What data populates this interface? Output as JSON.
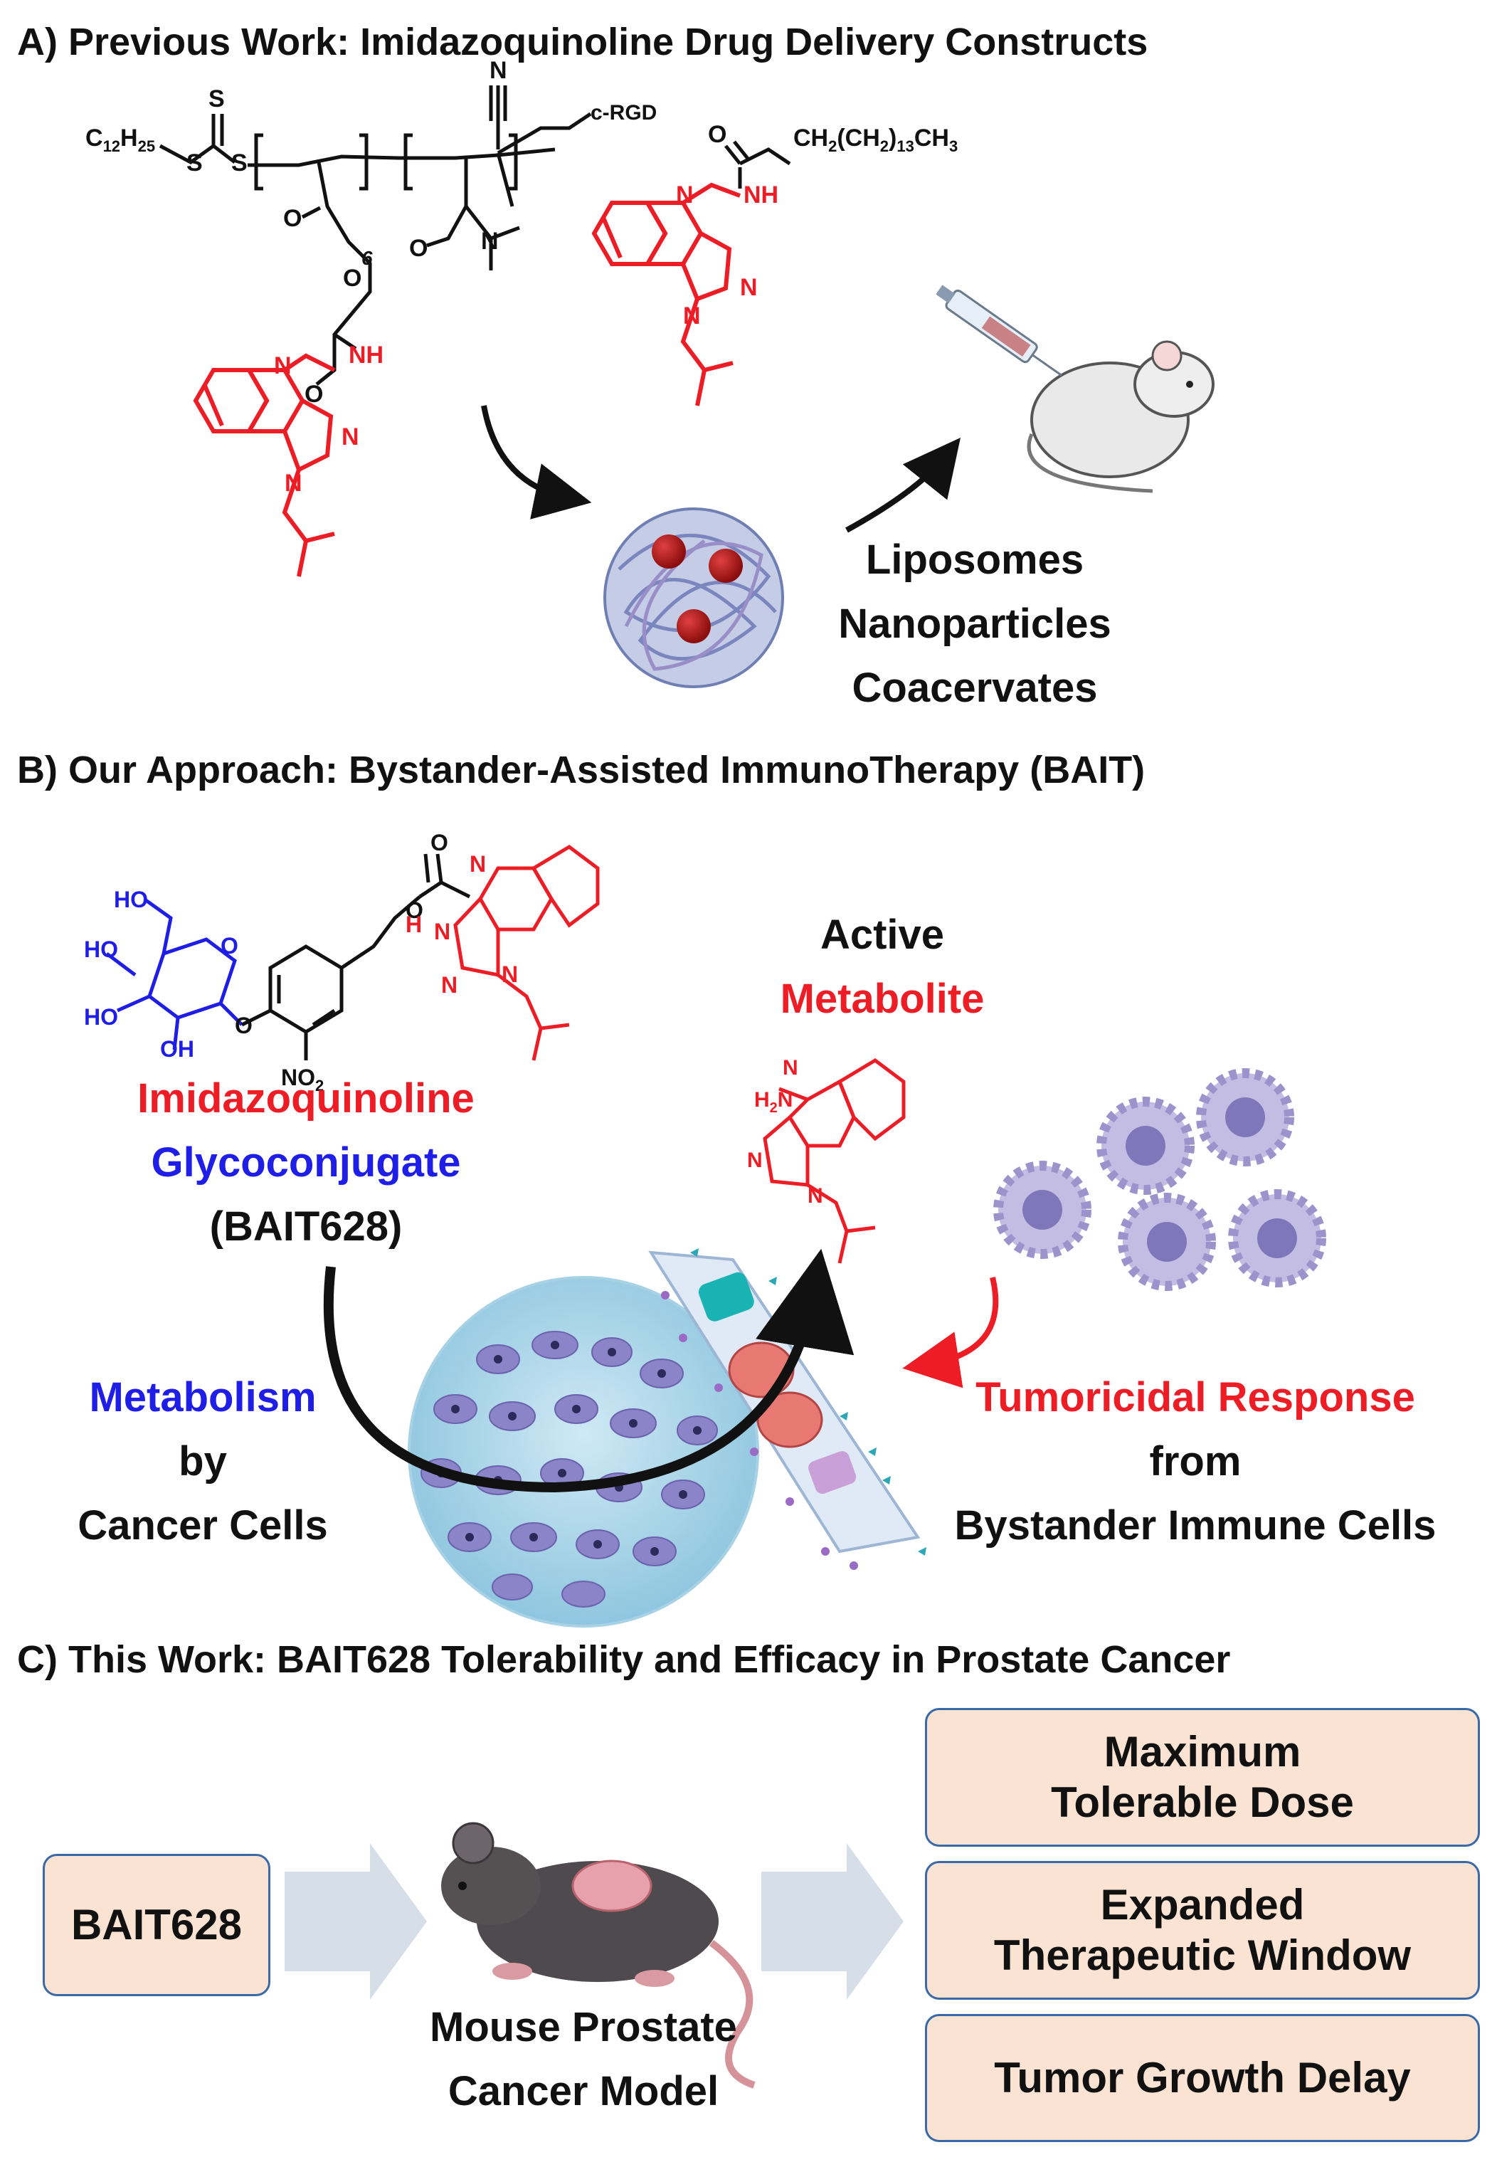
{
  "sections": {
    "a": {
      "title": "A) Previous Work: Imidazoquinoline Drug Delivery Constructs",
      "polymer_labels": {
        "c12h25_main": "C",
        "c12h25_sub": "12",
        "c12h25_h": "H",
        "c12h25_sub2": "25",
        "s1": "S",
        "s2": "S",
        "s3": "S",
        "o_carbonyl": "O",
        "o_ester": "O",
        "n_amide": "N",
        "o_amide": "O",
        "n_nitrile": "N",
        "crgd": "c-RGD",
        "six": "6"
      },
      "lipid_labels": {
        "o": "O",
        "chain": "CH",
        "chain_sub1": "2",
        "chain_mid": "(CH",
        "chain_sub2": "2",
        "chain_mid2": ")",
        "chain_sub3": "13",
        "chain_end": "CH",
        "chain_sub4": "3",
        "nh": "NH",
        "n1": "N",
        "n2": "N",
        "n3": "N"
      },
      "carrier_types": [
        "Liposomes",
        "Nanoparticles",
        "Coacervates"
      ]
    },
    "b": {
      "title": "B) Our Approach: Bystander-Assisted ImmunoTherapy (BAIT)",
      "glyco_labels": {
        "ho1": "HO",
        "ho2": "HO",
        "ho3": "HO",
        "oh": "OH",
        "o_ring": "O",
        "o_link": "O",
        "no2": "NO",
        "no2_sub": "2",
        "o_carb": "O",
        "o_est": "O",
        "nh": "H",
        "n1": "N",
        "n2": "N",
        "n3": "N",
        "n4": "N"
      },
      "conjugate_line1": "Imidazoquinoline",
      "conjugate_line2": "Glycoconjugate",
      "conjugate_line3": "(BAIT628)",
      "metabolite_line1": "Active",
      "metabolite_line2": "Metabolite",
      "metabolite_labels": {
        "h2n": "H",
        "h2n_sub": "2",
        "h2n_n": "N",
        "n1": "N",
        "n2": "N",
        "n3": "N"
      },
      "metabolism_line1": "Metabolism",
      "metabolism_line2": "by",
      "metabolism_line3": "Cancer Cells",
      "response_line1": "Tumoricidal Response",
      "response_line2": "from",
      "response_line3": "Bystander Immune Cells"
    },
    "c": {
      "title": "C) This Work: BAIT628 Tolerability and Efficacy in Prostate Cancer",
      "input_box": "BAIT628",
      "model_line1": "Mouse Prostate",
      "model_line2": "Cancer Model",
      "outcomes": [
        {
          "line1": "Maximum",
          "line2": "Tolerable Dose"
        },
        {
          "line1": "Expanded",
          "line2": "Therapeutic Window"
        },
        {
          "line1": "Tumor Growth Delay",
          "line2": ""
        }
      ]
    }
  },
  "colors": {
    "drug_red": "#ee1c24",
    "sugar_blue": "#1e1ee8",
    "box_fill": "#fbe3d3",
    "box_border": "#3a69a8",
    "arrow_fill": "#d6dfe8"
  }
}
